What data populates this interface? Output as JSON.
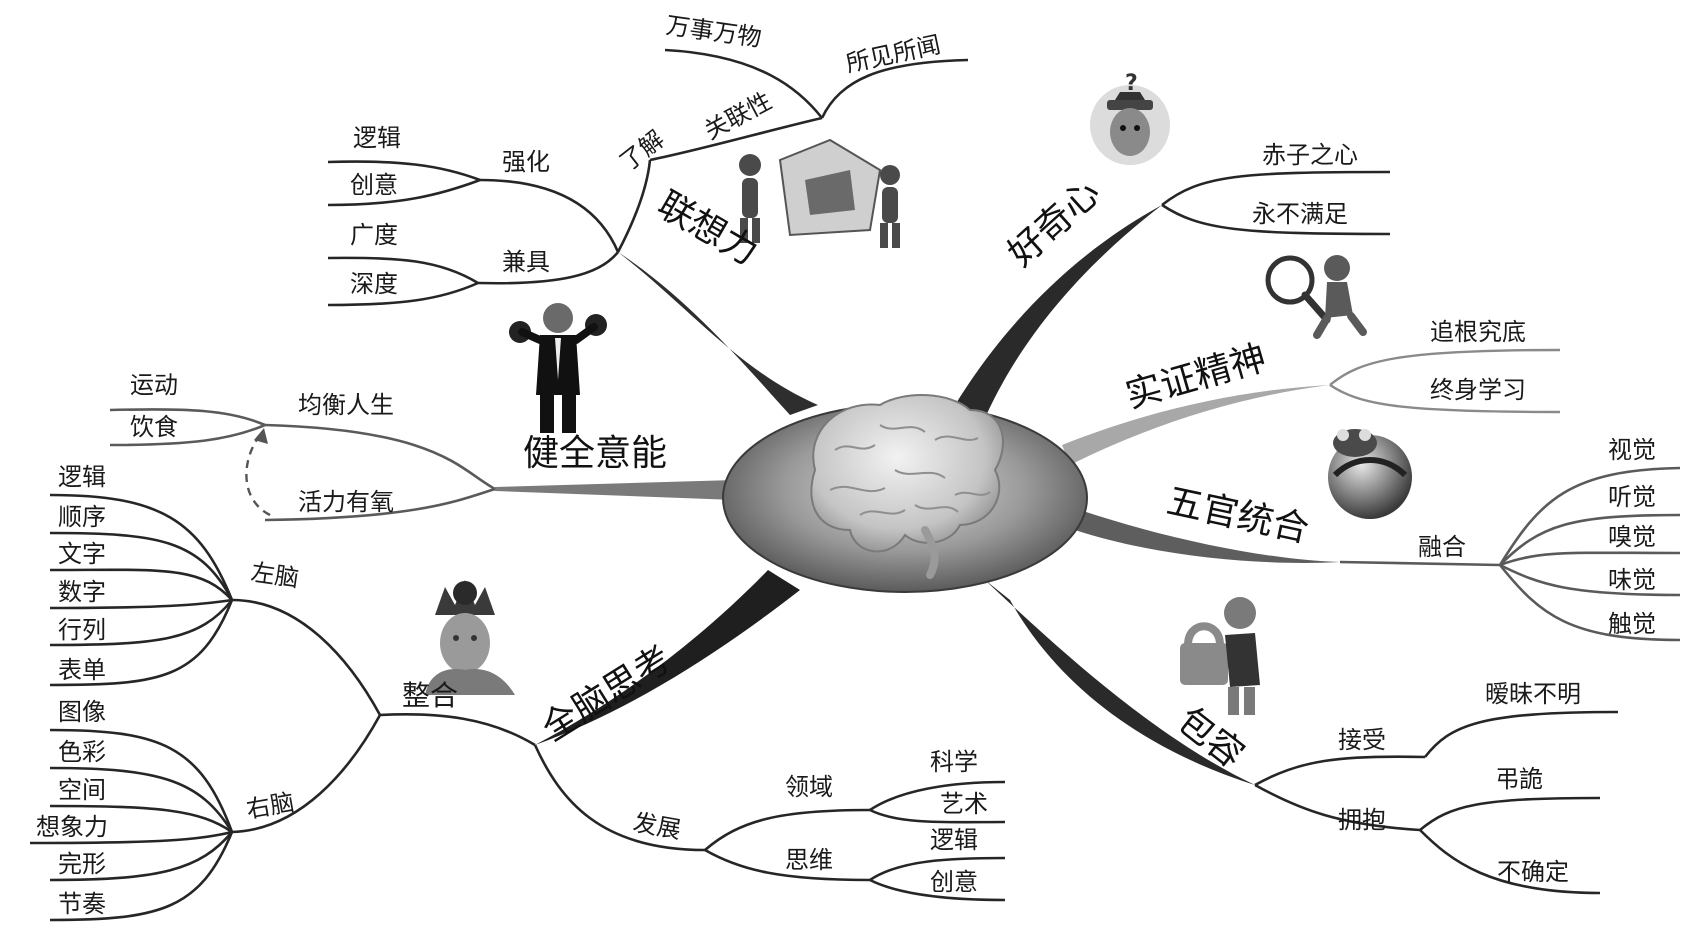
{
  "center": {
    "icon": "brain-icon"
  },
  "branches": [
    {
      "id": "lianxiangli",
      "label": "联想力",
      "children": [
        {
          "label": "了解",
          "children": [
            {
              "label": "关联性",
              "children": [
                {
                  "label": "万事万物"
                },
                {
                  "label": "所见所闻"
                }
              ]
            }
          ]
        },
        {
          "label": "强化",
          "children": [
            {
              "label": "逻辑"
            },
            {
              "label": "创意"
            }
          ]
        },
        {
          "label": "兼具",
          "children": [
            {
              "label": "广度"
            },
            {
              "label": "深度"
            }
          ]
        }
      ]
    },
    {
      "id": "jianquanyineng",
      "label": "健全意能",
      "children": [
        {
          "label": "均衡人生",
          "children": [
            {
              "label": "运动"
            },
            {
              "label": "饮食"
            }
          ]
        },
        {
          "label": "活力有氧"
        }
      ]
    },
    {
      "id": "quannaosikao",
      "label": "全脑思考",
      "children": [
        {
          "label": "整合",
          "children": [
            {
              "label": "左脑",
              "children": [
                {
                  "label": "逻辑"
                },
                {
                  "label": "顺序"
                },
                {
                  "label": "文字"
                },
                {
                  "label": "数字"
                },
                {
                  "label": "行列"
                },
                {
                  "label": "表单"
                }
              ]
            },
            {
              "label": "右脑",
              "children": [
                {
                  "label": "图像"
                },
                {
                  "label": "色彩"
                },
                {
                  "label": "空间"
                },
                {
                  "label": "想象力"
                },
                {
                  "label": "完形"
                },
                {
                  "label": "节奏"
                }
              ]
            }
          ]
        },
        {
          "label": "发展",
          "children": [
            {
              "label": "领域",
              "children": [
                {
                  "label": "科学"
                },
                {
                  "label": "艺术"
                }
              ]
            },
            {
              "label": "思维",
              "children": [
                {
                  "label": "逻辑"
                },
                {
                  "label": "创意"
                }
              ]
            }
          ]
        }
      ]
    },
    {
      "id": "haoqixin",
      "label": "好奇心",
      "children": [
        {
          "label": "赤子之心"
        },
        {
          "label": "永不满足"
        }
      ]
    },
    {
      "id": "shizhengjingshen",
      "label": "实证精神",
      "children": [
        {
          "label": "追根究底"
        },
        {
          "label": "终身学习"
        }
      ]
    },
    {
      "id": "wuguantonghe",
      "label": "五官统合",
      "children": [
        {
          "label": "融合",
          "children": [
            {
              "label": "视觉"
            },
            {
              "label": "听觉"
            },
            {
              "label": "嗅觉"
            },
            {
              "label": "味觉"
            },
            {
              "label": "触觉"
            }
          ]
        }
      ]
    },
    {
      "id": "baorong",
      "label": "包容",
      "children": [
        {
          "label": "接受",
          "children": [
            {
              "label": "暧昧不明"
            }
          ]
        },
        {
          "label": "拥抱",
          "children": [
            {
              "label": "弔詭"
            },
            {
              "label": "不确定"
            }
          ]
        }
      ]
    }
  ],
  "illustrations": {
    "lianxiangli": "team-building-house-icon",
    "jianquanyineng": "boxer-icon",
    "quannaosikao": "crowned-man-icon",
    "haoqixin": "curious-face-question-icon",
    "shizhengjingshen": "magnifier-figure-icon",
    "wuguantonghe": "frog-globe-icon",
    "baorong": "figure-padlock-icon"
  }
}
